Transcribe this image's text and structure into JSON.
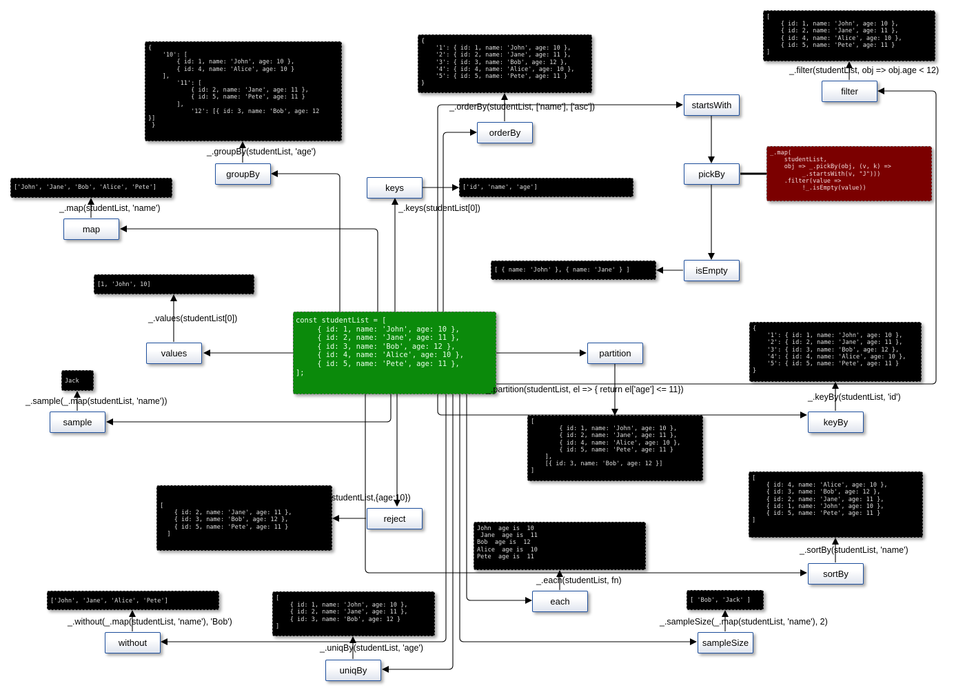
{
  "center": {
    "code": "const studentList = [\n     { id: 1, name: 'John', age: 10 },\n     { id: 2, name: 'Jane', age: 11 },\n     { id: 3, name: 'Bob', age: 12 },\n     { id: 4, name: 'Alice', age: 10 },\n     { id: 5, name: 'Pete', age: 11 },\n];"
  },
  "nodes": {
    "groupBy": "groupBy",
    "map": "map",
    "values": "values",
    "sample": "sample",
    "keys": "keys",
    "orderBy": "orderBy",
    "startsWith": "startsWith",
    "pickBy": "pickBy",
    "isEmpty": "isEmpty",
    "filter": "filter",
    "partition": "partition",
    "keyBy": "keyBy",
    "reject": "reject",
    "each": "each",
    "sortBy": "sortBy",
    "without": "without",
    "uniqBy": "uniqBy",
    "sampleSize": "sampleSize"
  },
  "calls": {
    "groupBy": "_.groupBy(studentList, 'age')",
    "map": "_.map(studentList, 'name')",
    "values": "_.values(studentList[0])",
    "sample": "_.sample(_.map(studentList, 'name'))",
    "keys": "_.keys(studentList[0])",
    "orderBy": "_.orderBy(studentList, ['name'], ['asc'])",
    "filter": "_.filter(studentList, obj => obj.age < 12)",
    "partition": "_.partition(studentList, el => { return el['age'] <= 11})",
    "keyBy": "_.keyBy(studentList, 'id')",
    "reject": "studentList,{age:10})",
    "each": "_.each(studentList, fn)",
    "sortBy": "_.sortBy(studentList, 'name')",
    "without": "_.without(_.map(studentList, 'name'), 'Bob')",
    "uniqBy": "_.uniqBy(studentList, 'age')",
    "sampleSize": "_.sampleSize(_.map(studentList, 'name'), 2)"
  },
  "results": {
    "groupBy": "{\n    '10': [\n        { id: 1, name: 'John', age: 10 },\n        { id: 4, name: 'Alice', age: 10 }\n    ],\n        '11': [\n            { id: 2, name: 'Jane', age: 11 },\n            { id: 5, name: 'Pete', age: 11 }\n        ],\n            '12': [{ id: 3, name: 'Bob', age: 12\n}]\n }",
    "map": "['John', 'Jane', 'Bob', 'Alice', 'Pete']",
    "values": "[1, 'John', 10]",
    "sample": "Jack",
    "keys": "['id', 'name', 'age']",
    "orderBy": "{\n    '1': { id: 1, name: 'John', age: 10 },\n    '2': { id: 2, name: 'Jane', age: 11 },\n    '3': { id: 3, name: 'Bob', age: 12 },\n    '4': { id: 4, name: 'Alice', age: 10 },\n    '5': { id: 5, name: 'Pete', age: 11 }\n}",
    "filter": "[\n    { id: 1, name: 'John', age: 10 },\n    { id: 2, name: 'Jane', age: 11 },\n    { id: 4, name: 'Alice', age: 10 },\n    { id: 5, name: 'Pete', age: 11 }\n]",
    "pickBy": "_.map(\n    studentList,\n    obj => _.pickBy(obj, (v, k) =>\n         _.startsWith(v, \"J\")))\n    .filter(value =>\n         !_.isEmpty(value))",
    "isEmpty": "[ { name: 'John' }, { name: 'Jane' } ]",
    "keyBy": "{\n    '1': { id: 1, name: 'John', age: 10 },\n    '2': { id: 2, name: 'Jane', age: 11 },\n    '3': { id: 3, name: 'Bob', age: 12 },\n    '4': { id: 4, name: 'Alice', age: 10 },\n    '5': { id: 5, name: 'Pete', age: 11 }\n}",
    "partition": "[\n        { id: 1, name: 'John', age: 10 },\n        { id: 2, name: 'Jane', age: 11 },\n        { id: 4, name: 'Alice', age: 10 },\n        { id: 5, name: 'Pete', age: 11 }\n    ],\n    [{ id: 3, name: 'Bob', age: 12 }]\n]",
    "reject": "[\n    { id: 2, name: 'Jane', age: 11 },\n    { id: 3, name: 'Bob', age: 12 },\n    { id: 5, name: 'Pete', age: 11 }\n  ]",
    "each": "John  age is  10\n Jane  age is  11\nBob  age is  12\nAlice  age is  10\nPete  age is  11",
    "sortBy": "[\n    { id: 4, name: 'Alice', age: 10 },\n    { id: 3, name: 'Bob', age: 12 },\n    { id: 2, name: 'Jane', age: 11 },\n    { id: 1, name: 'John', age: 10 },\n    { id: 5, name: 'Pete', age: 11 }\n]",
    "without": "['John', 'Jane', 'Alice', 'Pete']",
    "uniqBy": "[\n    { id: 1, name: 'John', age: 10 },\n    { id: 2, name: 'Jane', age: 11 },\n    { id: 3, name: 'Bob', age: 12 }\n]",
    "sampleSize": "[ 'Bob', 'Jack' ]"
  }
}
